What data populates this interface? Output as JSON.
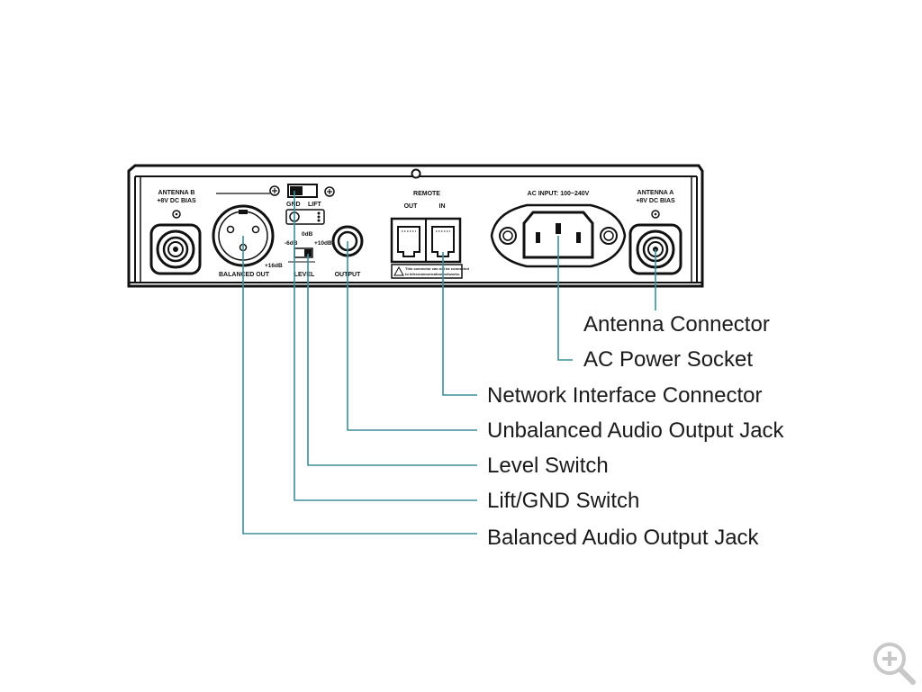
{
  "panel": {
    "antenna_b": [
      "ANTENNA B",
      "+8V DC BIAS"
    ],
    "antenna_a": [
      "ANTENNA A",
      "+8V DC BIAS"
    ],
    "balanced_out": "BALANCED OUT",
    "gnd": "GND",
    "lift": "LIFT",
    "level": "LEVEL",
    "level_minus6": "-6dB",
    "level_0": "0dB",
    "level_plus10": "+10dB",
    "level_plus16": "+16dB",
    "output": "OUTPUT",
    "remote": "REMOTE",
    "remote_out": "OUT",
    "remote_in": "IN",
    "warning": [
      "This connector can not be connected",
      "to telecommunication networks."
    ],
    "ac_input": "AC INPUT: 100~240V"
  },
  "callouts": [
    "Antenna Connector",
    "AC Power Socket",
    "Network Interface Connector",
    "Unbalanced Audio Output Jack",
    "Level Switch",
    "Lift/GND Switch",
    "Balanced Audio Output Jack"
  ],
  "colors": {
    "leader_line": "#3d8f99",
    "panel_stroke": "#111111"
  },
  "icons": {
    "zoom": "zoom-in-icon"
  }
}
